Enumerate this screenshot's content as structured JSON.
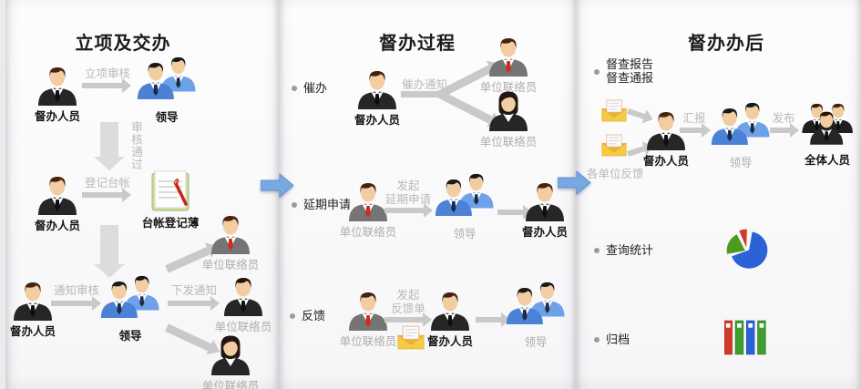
{
  "colors": {
    "panel_bg": "#fdfdfe",
    "page_bg": "#ebebee",
    "arrow_gray": "#c9c9c9",
    "arrow_big_gray": "#dcdcdc",
    "arrow_blue": "#79a7e2",
    "label_black": "#151515",
    "label_gray": "#adadad",
    "suit_blue": "#4b82d5",
    "suit_blue_light": "#6da2e8",
    "suit_black": "#262626",
    "suit_gray": "#757575",
    "tie_red": "#d02b1f",
    "envelope_yellow": "#f3c53a",
    "pie_blue": "#2b62d8",
    "pie_green": "#4a9c1e",
    "pie_red": "#d0392b"
  },
  "icons": {
    "supervisor": "person-black-suit-icon",
    "leader": "two-person-blue-suit-icon",
    "liaison_male": "person-gray-suit-red-tie-icon",
    "liaison_female": "person-female-black-suit-icon",
    "all_staff": "three-person-group-icon",
    "ledger": "notebook-with-pen-icon",
    "envelope": "open-envelope-icon",
    "statistics": "pie-chart-icon",
    "archive": "book-spines-icon",
    "flow": "blue-right-arrow-icon"
  },
  "col1": {
    "title": "立项及交办",
    "row1": {
      "actor": "督办人员",
      "arrow_label": "立项审核",
      "target": "领导"
    },
    "down_label": "审核通过",
    "row2": {
      "actor": "督办人员",
      "arrow_label": "登记台帐",
      "target": "台帐登记薄"
    },
    "row3": {
      "actor": "督办人员",
      "arrow_label": "通知审核",
      "center": "领导",
      "branch_top": "单位联络员",
      "branch_right_arrow": "下发通知",
      "branch_right": "单位联络员",
      "branch_bottom": "单位联络员"
    }
  },
  "col2": {
    "title": "督办过程",
    "row1": {
      "bullet": "催办",
      "actor": "督办人员",
      "arrow_label": "催办通知",
      "target_top": "单位联络员",
      "target_bottom": "单位联络员"
    },
    "row2": {
      "bullet": "延期申请",
      "actor": "单位联络员",
      "arrow_line1": "发起",
      "arrow_line2": "延期申请",
      "mid": "领导",
      "end": "督办人员"
    },
    "row3": {
      "bullet": "反馈",
      "actor": "单位联络员",
      "arrow_line1": "发起",
      "arrow_line2": "反馈单",
      "mid": "督办人员",
      "end": "领导"
    }
  },
  "col3": {
    "title": "督办办后",
    "report_line1": "督查报告",
    "report_line2": "督查通报",
    "feedback_label": "各单位反馈",
    "actor": "督办人员",
    "arrow1": "汇报",
    "mid": "领导",
    "arrow2": "发布",
    "end": "全体人员",
    "stats_bullet": "查询统计",
    "archive_bullet": "归档"
  }
}
